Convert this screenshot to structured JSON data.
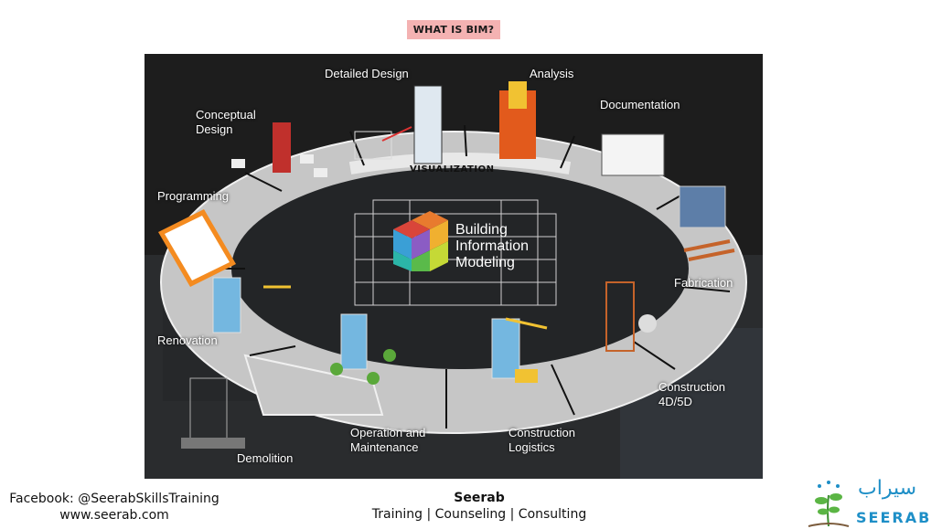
{
  "title": "WHAT IS BIM?",
  "center": {
    "line1": "Building",
    "line2": "Information",
    "line3": "Modeling"
  },
  "ring_label": "VISUALIZATION",
  "stages": {
    "detailed_design": "Detailed Design",
    "analysis": "Analysis",
    "documentation": "Documentation",
    "conceptual_design": "Conceptual\nDesign",
    "programming": "Programming",
    "fabrication": "Fabrication",
    "renovation": "Renovation",
    "construction_4d5d": "Construction\n4D/5D",
    "operation": "Operation and\nMaintenance",
    "logistics": "Construction\nLogistics",
    "demolition": "Demolition"
  },
  "footer": {
    "facebook": "Facebook: @SeerabSkillsTraining",
    "website": "www.seerab.com",
    "brand": "Seerab",
    "tagline": "Training | Counseling | Consulting"
  },
  "logo": {
    "arabic": "سيراب",
    "english": "SEERAB"
  },
  "colors": {
    "title_badge": "#f4b2b2",
    "ring": "#c9c9c9",
    "background": "#1d1d1d",
    "brand_blue": "#1e8fc7"
  }
}
